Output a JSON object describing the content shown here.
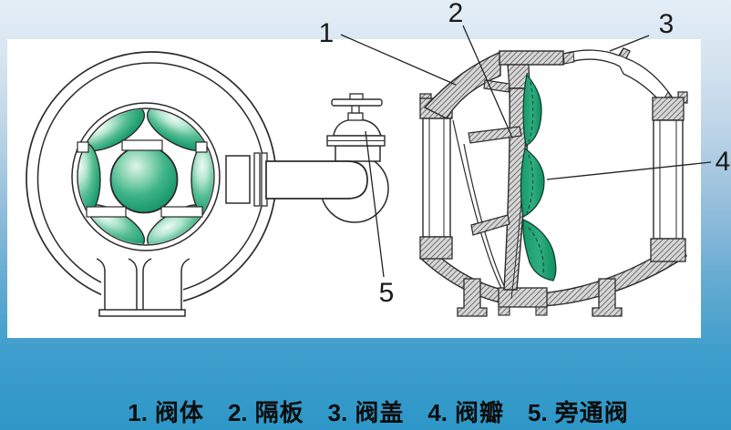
{
  "figure": {
    "callouts": {
      "c1": "1",
      "c2": "2",
      "c3": "3",
      "c4": "4",
      "c5": "5"
    },
    "caption": {
      "items": [
        {
          "num": "1.",
          "label": "阀体"
        },
        {
          "num": "2.",
          "label": "隔板"
        },
        {
          "num": "3.",
          "label": "阀盖"
        },
        {
          "num": "4.",
          "label": "阀瓣"
        },
        {
          "num": "5.",
          "label": "旁通阀"
        }
      ]
    },
    "colors": {
      "disc_green": "#23a273",
      "disc_green_dark": "#118c62",
      "disc_highlight": "#dff5e9",
      "line": "#2b2b2b",
      "hatch_fill": "#d8d8d8",
      "panel": "#ffffff",
      "bg_top": "#e4eef6",
      "bg_bottom": "#2d97c8",
      "caption_text": "#0d0d0d"
    }
  }
}
